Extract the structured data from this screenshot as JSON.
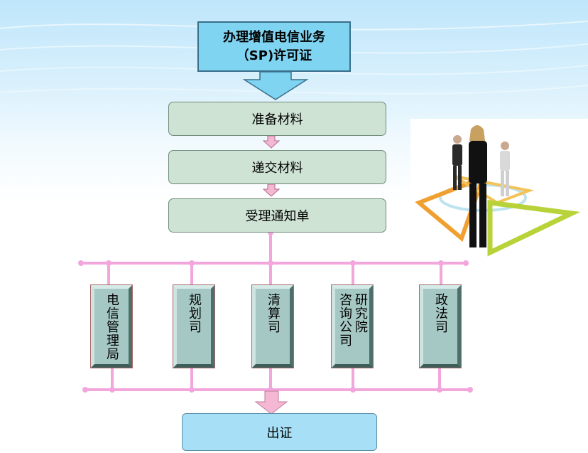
{
  "title_line1": "办理增值电信业务",
  "title_line2": "（SP)许可证",
  "steps": [
    "准备材料",
    "递交材料",
    "受理通知单"
  ],
  "departments": [
    {
      "name": "dept-telecom-bureau",
      "columns": [
        "电信管理局"
      ]
    },
    {
      "name": "dept-planning",
      "columns": [
        "规划司"
      ]
    },
    {
      "name": "dept-settlement",
      "columns": [
        "清算司"
      ]
    },
    {
      "name": "dept-consulting",
      "columns": [
        "研究院",
        "咨询公司"
      ]
    },
    {
      "name": "dept-legal",
      "columns": [
        "政法司"
      ]
    }
  ],
  "final": "出证",
  "colors": {
    "connector": "#f2a6dc",
    "arrow_blue": "#7fd4f2",
    "arrow_pink": "#f5b8d4"
  }
}
